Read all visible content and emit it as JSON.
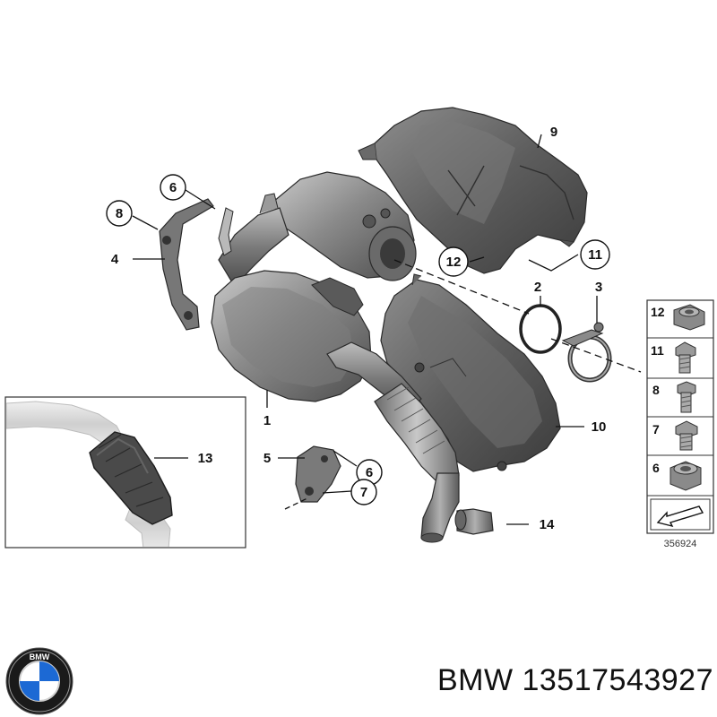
{
  "callouts": {
    "c1": "1",
    "c2": "2",
    "c3": "3",
    "c4": "4",
    "c5": "5",
    "c6": "6",
    "c6b": "6",
    "c7": "7",
    "c8": "8",
    "c9": "9",
    "c10": "10",
    "c11": "11",
    "c12": "12",
    "c13": "13",
    "c14": "14"
  },
  "legend": {
    "items": [
      "12",
      "11",
      "8",
      "7",
      "6"
    ]
  },
  "diagram_number": "356924",
  "brand": {
    "logo_letters": "BMW",
    "caption": "BMW 13517543927"
  },
  "colors": {
    "part_fill": "#7d7d7d",
    "part_dark": "#4a4a4a",
    "part_light": "#b5b5b5",
    "line": "#222222",
    "logo_blue": "#1c69d4"
  }
}
